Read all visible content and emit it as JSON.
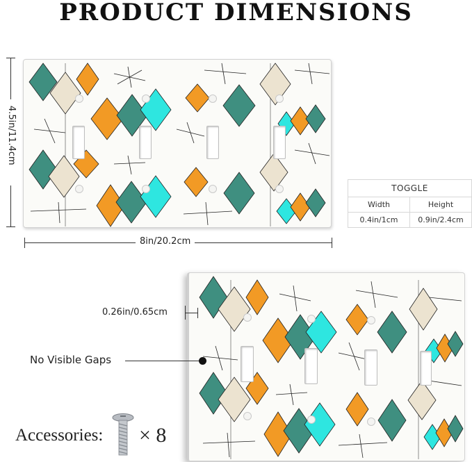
{
  "header": {
    "title": "PRODUCT DIMENSIONS"
  },
  "dimensions": {
    "height_label": "4.5in/11.4cm",
    "width_label": "8in/20.2cm",
    "thickness_label": "0.26in/0.65cm"
  },
  "toggle_table": {
    "title": "TOGGLE",
    "columns": [
      "Width",
      "Height"
    ],
    "values": [
      "0.4in/1cm",
      "0.9in/2.4cm"
    ]
  },
  "callouts": {
    "gaps_label": "No Visible Gaps"
  },
  "accessories": {
    "label": "Accessories:",
    "quantity": "× 8"
  },
  "colors": {
    "teal": "#3f8f80",
    "cyan": "#2ee6e0",
    "orange": "#f29a25",
    "cream": "#ece3d0"
  }
}
